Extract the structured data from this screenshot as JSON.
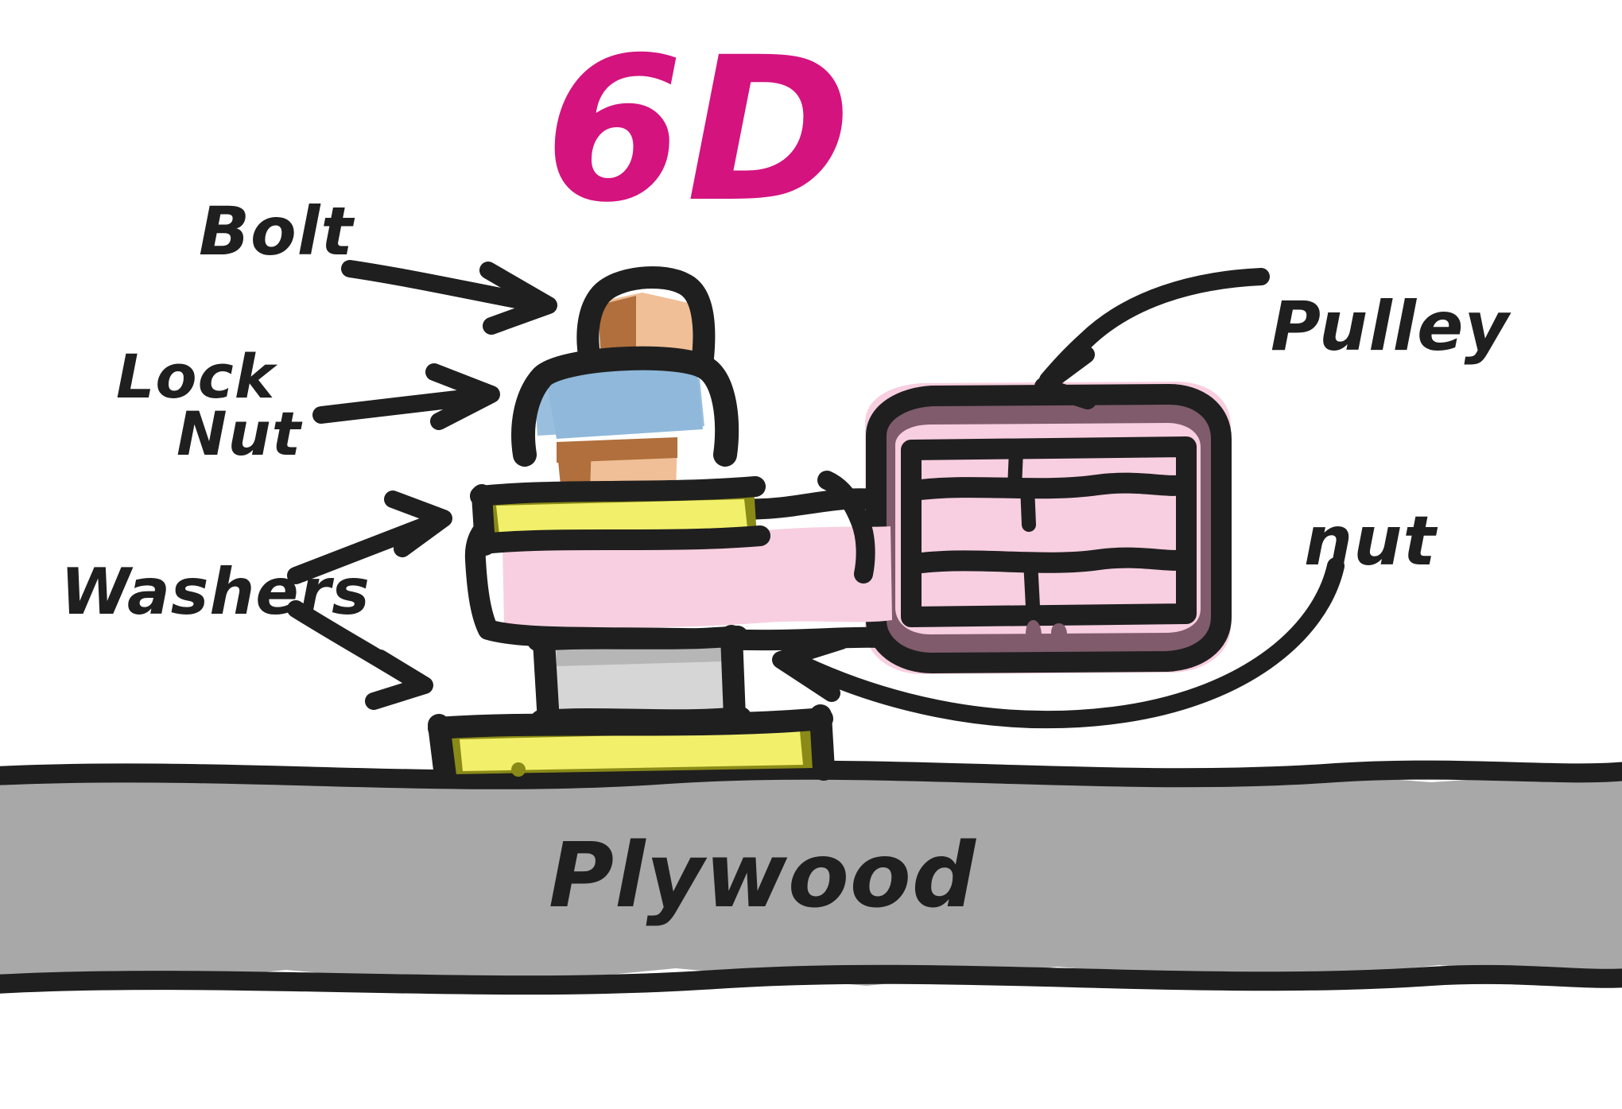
{
  "diagram": {
    "title": "6D",
    "title_color": "#d4137f",
    "background_color": "#ffffff",
    "ink_color": "#1f1f1f",
    "description_kind": "hand-drawn-annotated-assembly-sketch"
  },
  "labels": {
    "bolt": "Bolt",
    "lock_nut_line1": "Lock",
    "lock_nut_line2": "Nut",
    "washers": "Washers",
    "pulley": "Pulley",
    "nut": "nut",
    "plywood": "Plywood"
  },
  "parts": [
    {
      "id": "bolt",
      "label": "Bolt",
      "color": "#f0bf97",
      "accent": "#b06f3c",
      "note": "bolt head and shank at top of stack"
    },
    {
      "id": "lock-nut",
      "label": "Lock Nut",
      "color": "#8fb8da",
      "accent": "#4c86b6",
      "note": "blue nylon lock nut below bolt head"
    },
    {
      "id": "washer-top",
      "label": "Washers",
      "color": "#f2f06a",
      "accent": "#8a8a17",
      "note": "upper yellow washer above pulley hub"
    },
    {
      "id": "pulley",
      "label": "Pulley",
      "color": "#f8cfe0",
      "accent": "#7f5b6b",
      "note": "pink pulley with dark mauve rim at right"
    },
    {
      "id": "nut",
      "label": "nut",
      "color": "#d6d6d6",
      "accent": "#8c8c8c",
      "note": "grey hex nut under the pulley hub"
    },
    {
      "id": "washer-bot",
      "label": "Washers",
      "color": "#f2f06a",
      "accent": "#8a8a17",
      "note": "lower yellow washer resting on plywood"
    },
    {
      "id": "plywood",
      "label": "Plywood",
      "color": "#a8a8a8",
      "accent": "#1f1f1f",
      "note": "grey plywood base board across the bottom"
    }
  ],
  "annotations": [
    {
      "id": "ann-bolt",
      "text": "Bolt",
      "arrow": "straight-right",
      "points_to": "bolt"
    },
    {
      "id": "ann-lock-nut",
      "text": "Lock Nut",
      "arrow": "straight-right",
      "points_to": "lock-nut"
    },
    {
      "id": "ann-washers",
      "text": "Washers",
      "arrow": "forked-two-arrows",
      "points_to": "washer-top, washer-bot"
    },
    {
      "id": "ann-pulley",
      "text": "Pulley",
      "arrow": "curved-down-left",
      "points_to": "pulley"
    },
    {
      "id": "ann-nut",
      "text": "nut",
      "arrow": "long-curve-left",
      "points_to": "nut"
    },
    {
      "id": "ann-plywood",
      "text": "Plywood",
      "arrow": "none",
      "points_to": "plywood"
    }
  ],
  "colors": {
    "title_magenta": "#d4137f",
    "ink_black": "#1f1f1f",
    "bolt_tan": "#f0bf97",
    "bolt_brown": "#b06f3c",
    "locknut_blue": "#8fb8da",
    "washer_yellow": "#f2f06a",
    "washer_olive": "#8a8a17",
    "pulley_pink": "#f8cfe0",
    "pulley_mauve": "#7f5b6b",
    "nut_grey": "#d6d6d6",
    "plywood_grey": "#a8a8a8"
  }
}
